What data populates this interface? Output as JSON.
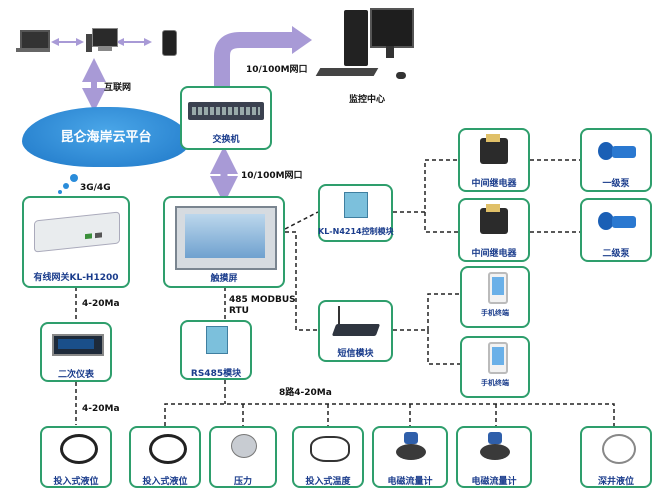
{
  "labels": {
    "internet": "互联网",
    "cloud": "昆仑海岸云平台",
    "net_3g4g": "3G/4G",
    "port_top": "10/100M网口",
    "port_mid": "10/100M网口",
    "monitor_center": "监控中心",
    "switch": "交换机",
    "gateway": "有线网关KL-H1200",
    "touchscreen": "触摸屏",
    "control_module": "KL-N4214控制模块",
    "relay1": "中间继电器",
    "relay2": "中间继电器",
    "pump1": "一级泵",
    "pump2": "二级泵",
    "sms_module": "短信模块",
    "phone1": "手机终端",
    "phone2": "手机终端",
    "modbus": "485 MODBUS",
    "rtu": "RTU",
    "rs485": "RS485模块",
    "signal_4_20_a": "4-20Ma",
    "signal_4_20_b": "4-20Ma",
    "signal_8ch": "8路4-20Ma",
    "secondary_meter": "二次仪表",
    "sensor1": "投入式液位",
    "sensor2": "投入式液位",
    "sensor3": "压力",
    "sensor4": "投入式温度",
    "sensor5": "电磁流量计",
    "sensor6": "电磁流量计",
    "sensor7": "深井液位"
  },
  "colors": {
    "box_border": "#2e9e6c",
    "label_text": "#1a3c8c",
    "arrow": "#a89ad6",
    "cloud": "#2a8cda"
  }
}
